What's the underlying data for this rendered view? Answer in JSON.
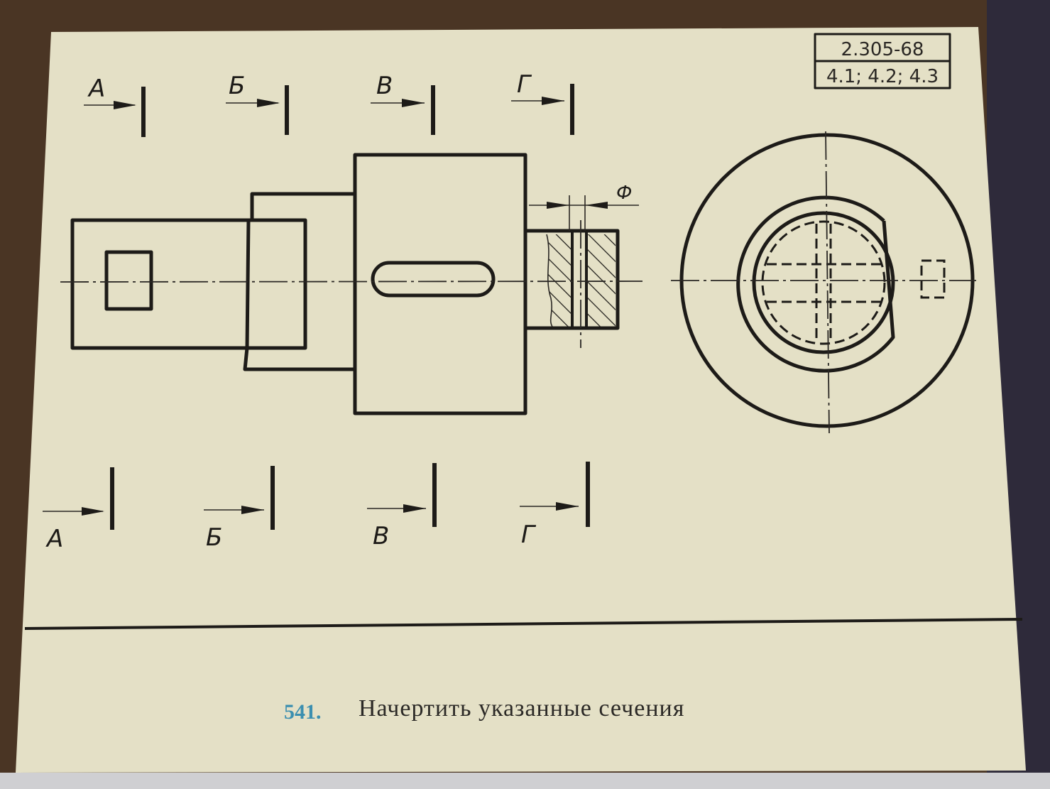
{
  "stamp": {
    "standard": "2.305-68",
    "clauses": "4.1; 4.2; 4.3"
  },
  "section_markers_top": [
    "А",
    "Б",
    "В",
    "Г"
  ],
  "section_markers_bottom": [
    "А",
    "Б",
    "В",
    "Г"
  ],
  "diameter_symbol": "Ф",
  "caption": {
    "number": "541.",
    "text": "Начертить указанные сечения"
  },
  "colors": {
    "paper": "#e4e0c6",
    "ink": "#1d1b18",
    "number": "#3b8fb0"
  }
}
